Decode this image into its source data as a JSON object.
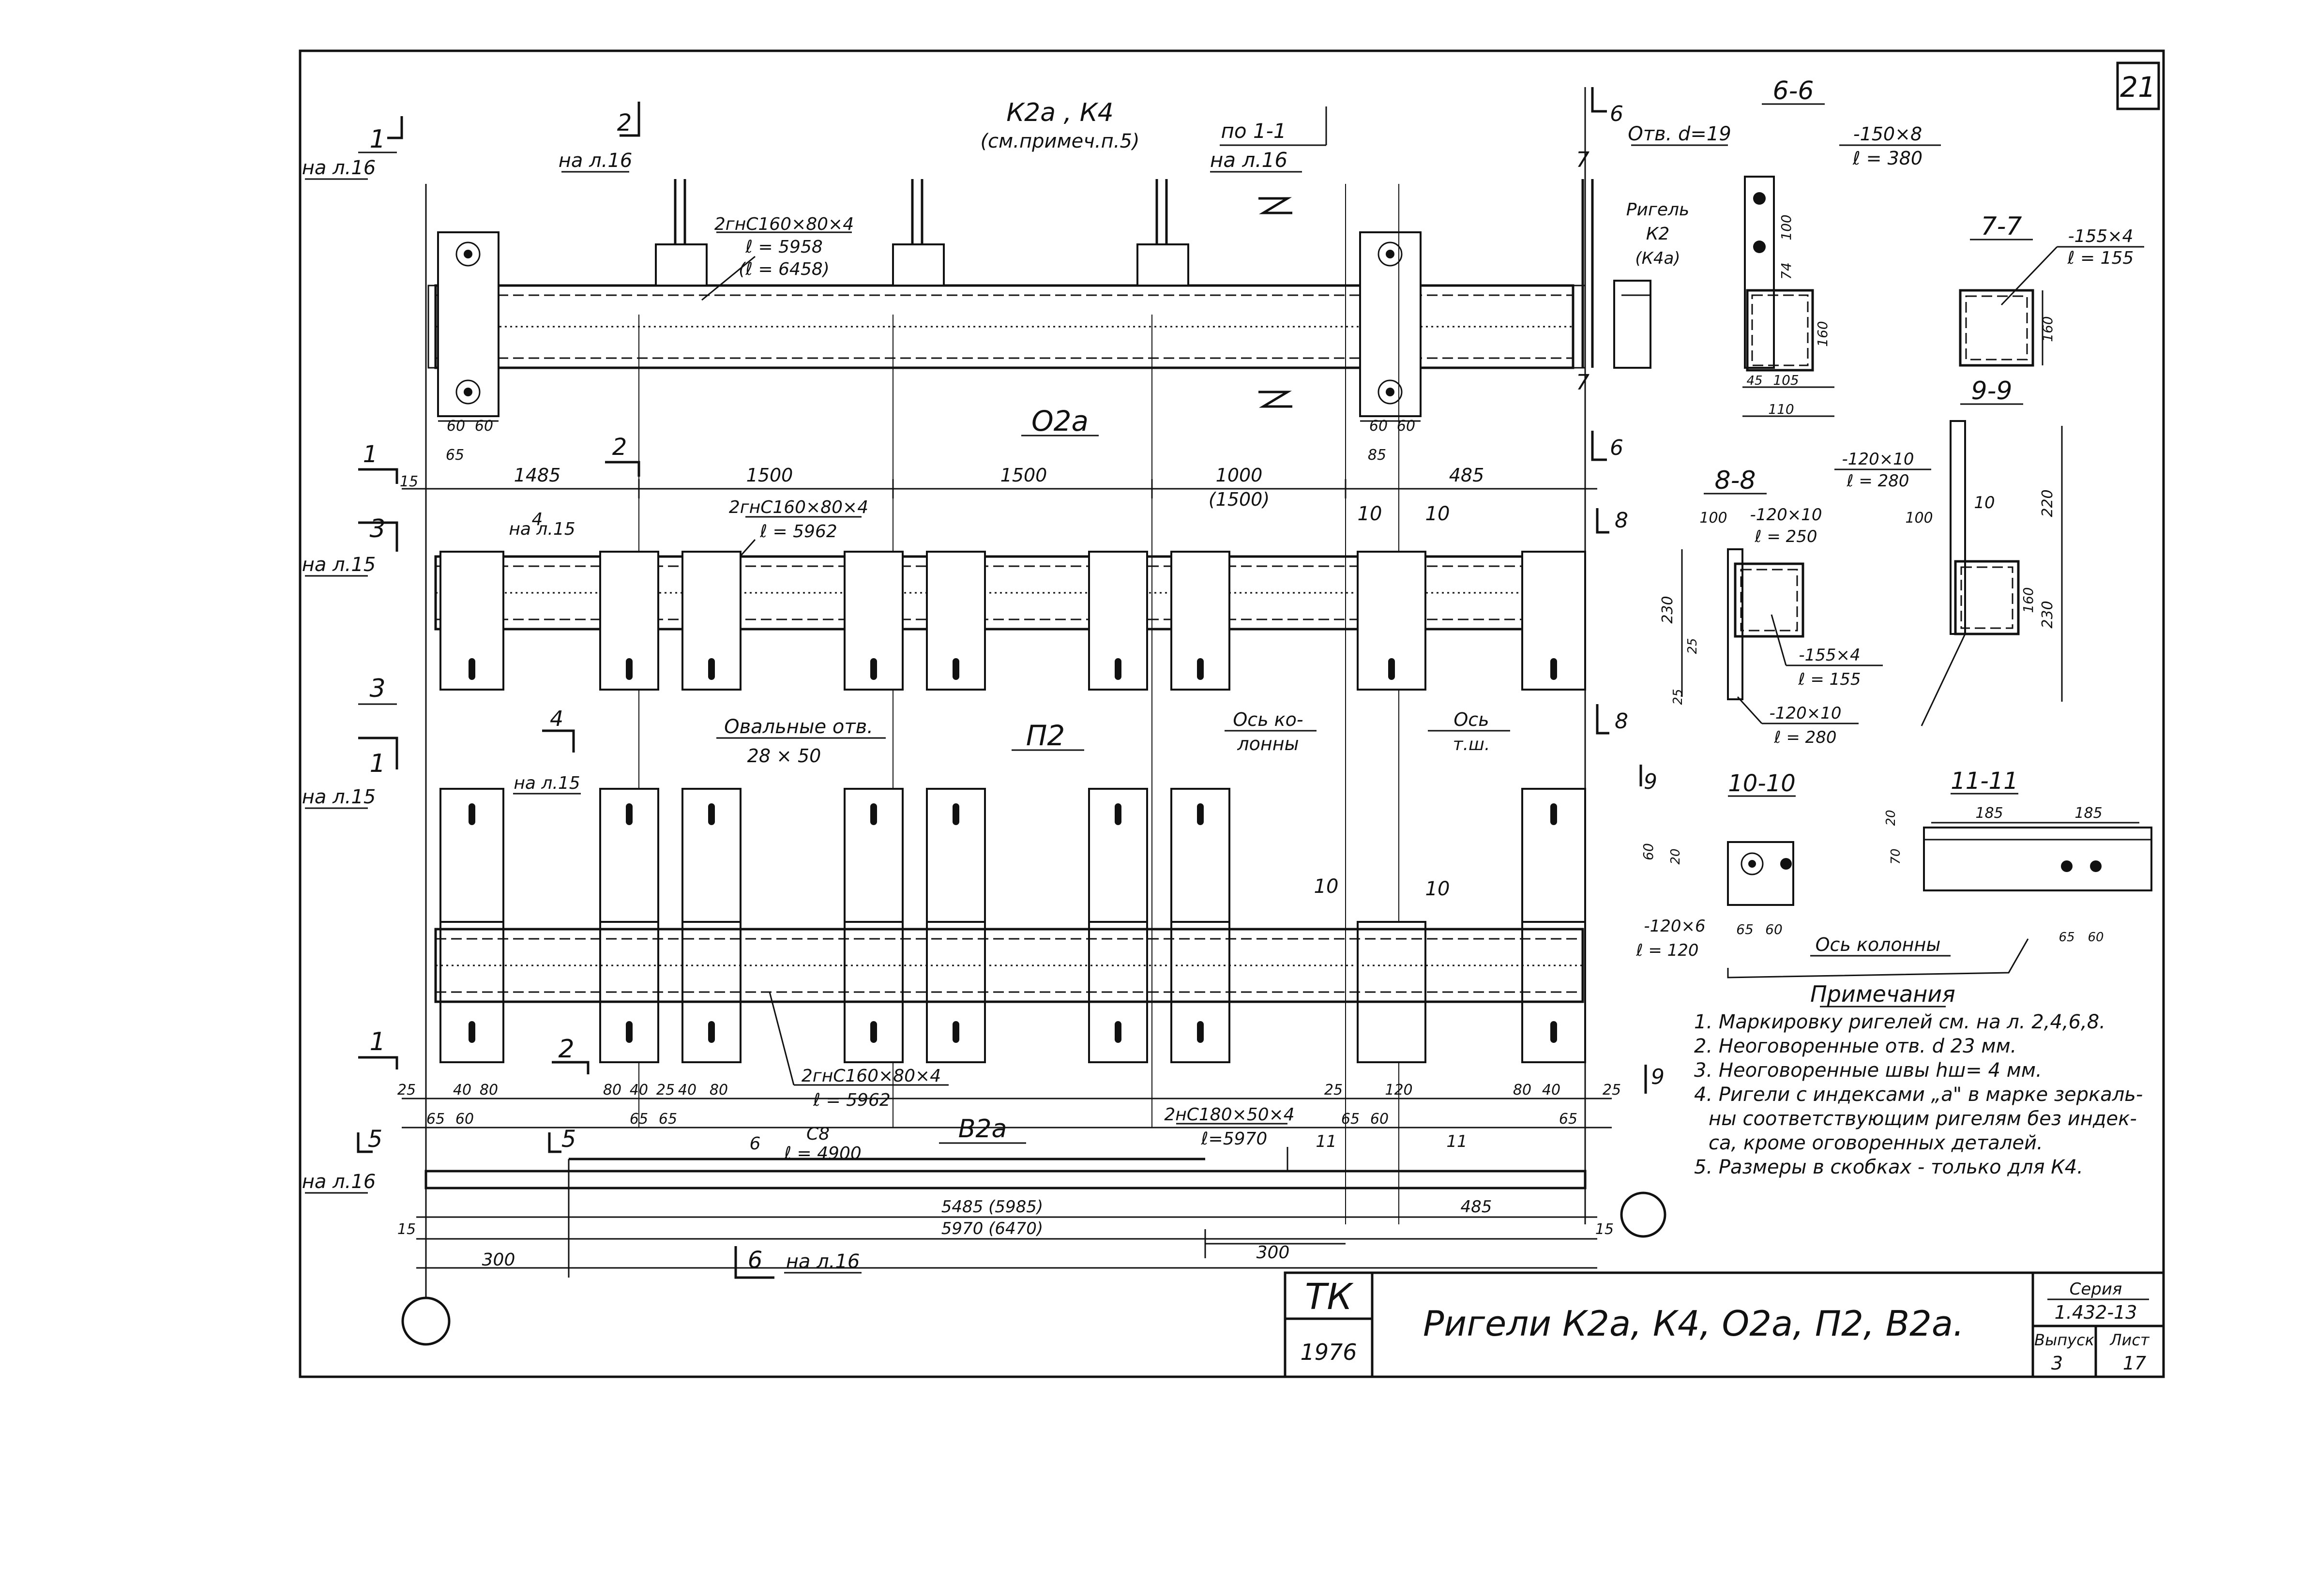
{
  "sheet_no": "21",
  "title_block": {
    "org": "ТК",
    "year": "1976",
    "title": "Ригели  К2а, К4, О2а, П2, В2а.",
    "series_label": "Серия",
    "series_value": "1.432-13",
    "issue_label": "Выпуск",
    "issue_value": "3",
    "sheet_label": "Лист",
    "sheet_value": "17"
  },
  "labels": {
    "k2a_k4": "К2а , К4",
    "k2a_note": "(см.примеч.п.5)",
    "po_1_1": "по 1-1",
    "na_l16_top": "на л.16",
    "o2a": "О2а",
    "p2": "П2",
    "v2a": "В2а",
    "oval_holes": "Овальные отв.",
    "oval_size": "28 × 50",
    "axis_column_1": "Ось ко-",
    "axis_column_2": "лонны",
    "axis_tsh_1": "Ось",
    "axis_tsh_2": "т.ш.",
    "beam_k2a_1": "2гнС160×80×4",
    "beam_k2a_2": "ℓ = 5958",
    "beam_k2a_3": "(ℓ = 6458)",
    "beam_o2a_1": "2гнС160×80×4",
    "beam_o2a_2": "ℓ = 5962",
    "beam_p2_1": "2гнС160×80×4",
    "beam_p2_2": "ℓ = 5962",
    "beam_v2a_1": "2нС180×50×4",
    "beam_v2a_2": "ℓ=5970",
    "c8_1": "С8",
    "c8_2": "ℓ = 4900"
  },
  "cut_marks": [
    {
      "num": "1",
      "ref": "на л.16"
    },
    {
      "num": "2",
      "ref": "на л.16"
    },
    {
      "num": "1",
      "ref": ""
    },
    {
      "num": "2",
      "ref": ""
    },
    {
      "num": "3",
      "ref": "на л.15"
    },
    {
      "num": "4",
      "ref": "на л.15"
    },
    {
      "num": "3",
      "ref": ""
    },
    {
      "num": "1",
      "ref": "на л.15"
    },
    {
      "num": "4",
      "ref": "на л.15"
    },
    {
      "num": "1",
      "ref": ""
    },
    {
      "num": "2",
      "ref": ""
    },
    {
      "num": "5",
      "ref": "на л.16"
    },
    {
      "num": "5",
      "ref": ""
    },
    {
      "num": "6",
      "ref": "на л.16"
    },
    {
      "num": "6",
      "ref": ""
    },
    {
      "num": "7",
      "ref": ""
    },
    {
      "num": "8",
      "ref": ""
    },
    {
      "num": "9",
      "ref": ""
    },
    {
      "num": "10",
      "ref": ""
    },
    {
      "num": "11",
      "ref": ""
    }
  ],
  "dims": {
    "top_row": [
      "15",
      "1485",
      "1500",
      "1500",
      "1000",
      "(1500)",
      "485"
    ],
    "k_plates": [
      "60",
      "60",
      "65",
      "60",
      "60",
      "85"
    ],
    "bottom_row": [
      "25",
      "40",
      "80",
      "80",
      "40",
      "25",
      "40",
      "80",
      "25",
      "120",
      "80",
      "40",
      "25"
    ],
    "bottom_65": [
      "65",
      "60",
      "65",
      "65",
      "65",
      "60",
      "65"
    ],
    "overall_1": "5485  (5985)",
    "overall_2": "5970  (6470)",
    "overall_485": "485",
    "overall_15a": "15",
    "overall_15b": "15",
    "left_300": "300",
    "right_300": "300"
  },
  "sections": {
    "s6": {
      "title": "6-6",
      "hole": "Отв. d=19",
      "plate": "-150×8",
      "plate_l": "ℓ = 380",
      "rigel": "Ригель",
      "rigel_2": "К2",
      "rigel_3": "(К4а)",
      "dims": [
        "100",
        "74",
        "160",
        "45",
        "105",
        "110"
      ]
    },
    "s7": {
      "title": "7-7",
      "plate": "-155×4",
      "plate_l": "ℓ = 155",
      "dim": "160"
    },
    "s8": {
      "title": "8-8",
      "plate1": "-120×10",
      "plate1_l": "ℓ = 250",
      "plate2": "-155×4",
      "plate2_l": "ℓ = 155",
      "plate3": "-120×10",
      "plate3_l": "ℓ = 280",
      "dims": [
        "100",
        "230",
        "25",
        "25"
      ]
    },
    "s9": {
      "title": "9-9",
      "plate": "-120×10",
      "plate_l": "ℓ = 280",
      "weld": "10",
      "dims": [
        "100",
        "25",
        "25",
        "220",
        "160",
        "230",
        "25",
        "25"
      ]
    },
    "s10": {
      "title": "10-10",
      "plate": "-120×6",
      "plate_l": "ℓ = 120",
      "dims": [
        "60",
        "20",
        "65",
        "60"
      ],
      "axis": "Ось колонны"
    },
    "s11": {
      "title": "11-11",
      "dims": [
        "185",
        "185",
        "20",
        "70",
        "65",
        "60"
      ]
    }
  },
  "notes": {
    "title": "Примечания",
    "items": [
      "1. Маркировку ригелей см. на л. 2,4,6,8.",
      "2. Неоговоренные  отв. d 23 мм.",
      "3. Неоговоренные  швы hш= 4 мм.",
      "4. Ригели с индексами „а\" в марке зеркаль-",
      "ны соответствующим ригелям без индек-",
      "са, кроме оговоренных деталей.",
      "5. Размеры в скобках - только для К4."
    ]
  },
  "colors": {
    "ink": "#111111",
    "paper": "#ffffff"
  }
}
